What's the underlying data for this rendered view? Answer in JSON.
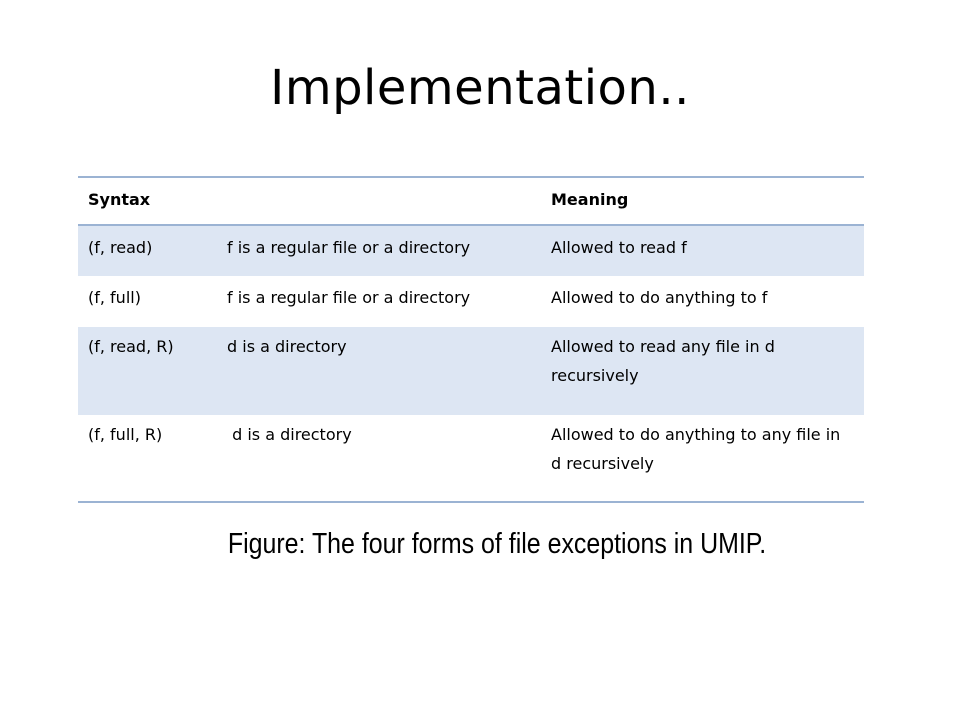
{
  "slide": {
    "title": "Implementation.."
  },
  "table": {
    "headers": [
      "Syntax",
      "",
      "Meaning"
    ],
    "rows": [
      {
        "syntax": "(f, read)",
        "condition": "f is a regular file or a directory",
        "meaning": "Allowed to read f"
      },
      {
        "syntax": "(f, full)",
        "condition": "f is a regular file or a directory",
        "meaning": "Allowed to do anything to f"
      },
      {
        "syntax": "(f, read, R)",
        "condition": "d is a directory",
        "meaning": "Allowed to read any file in d recursively"
      },
      {
        "syntax": "(f, full, R)",
        "condition": " d is a directory",
        "meaning": "Allowed to do anything to any file in d recursively"
      }
    ],
    "colors": {
      "band": "#dde6f3",
      "rule": "#9bb3d3"
    }
  },
  "caption": "Figure: The four forms of file exceptions in UMIP."
}
